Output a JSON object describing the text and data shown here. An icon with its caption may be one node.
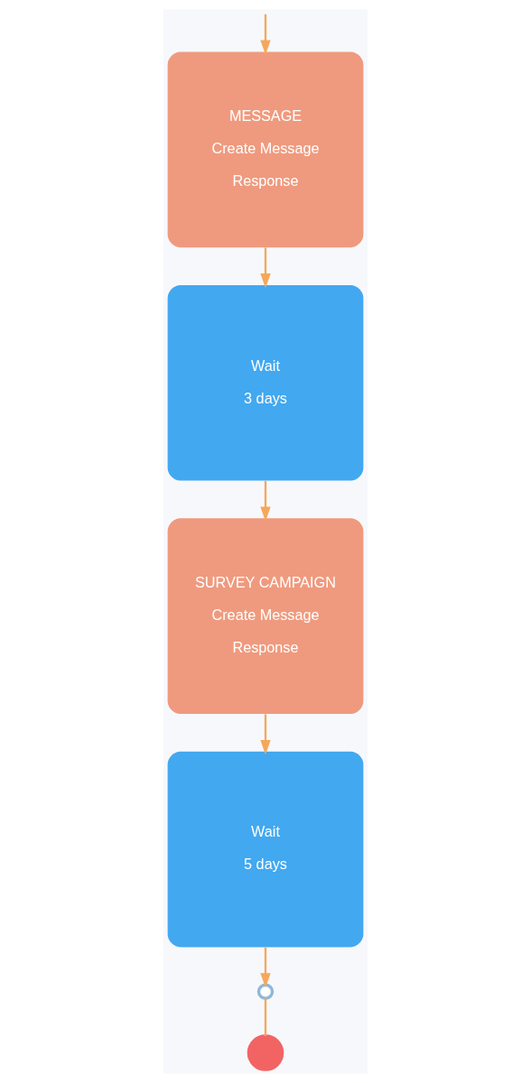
{
  "diagram": {
    "nodes": [
      {
        "text": [
          "MESSAGE",
          "Create Message",
          "Response"
        ]
      },
      {
        "text": [
          "Wait",
          "3 days"
        ]
      },
      {
        "text": [
          "SURVEY CAMPAIGN",
          "Create Message",
          "Response"
        ]
      },
      {
        "text": [
          "Wait",
          "5 days"
        ]
      },
      {
        "text": [],
        "shape": "circle"
      },
      {
        "text": [],
        "shape": "circle"
      }
    ],
    "edges": [
      {
        "from": null,
        "to": 0,
        "arrow": "to"
      },
      {
        "from": 0,
        "to": 1,
        "arrow": "to"
      },
      {
        "from": 1,
        "to": 2,
        "arrow": "to"
      },
      {
        "from": 2,
        "to": 3,
        "arrow": "to"
      },
      {
        "from": 3,
        "to": 4,
        "arrow": "to"
      },
      {
        "from": 4,
        "to": 5,
        "arrow": "none"
      }
    ]
  }
}
